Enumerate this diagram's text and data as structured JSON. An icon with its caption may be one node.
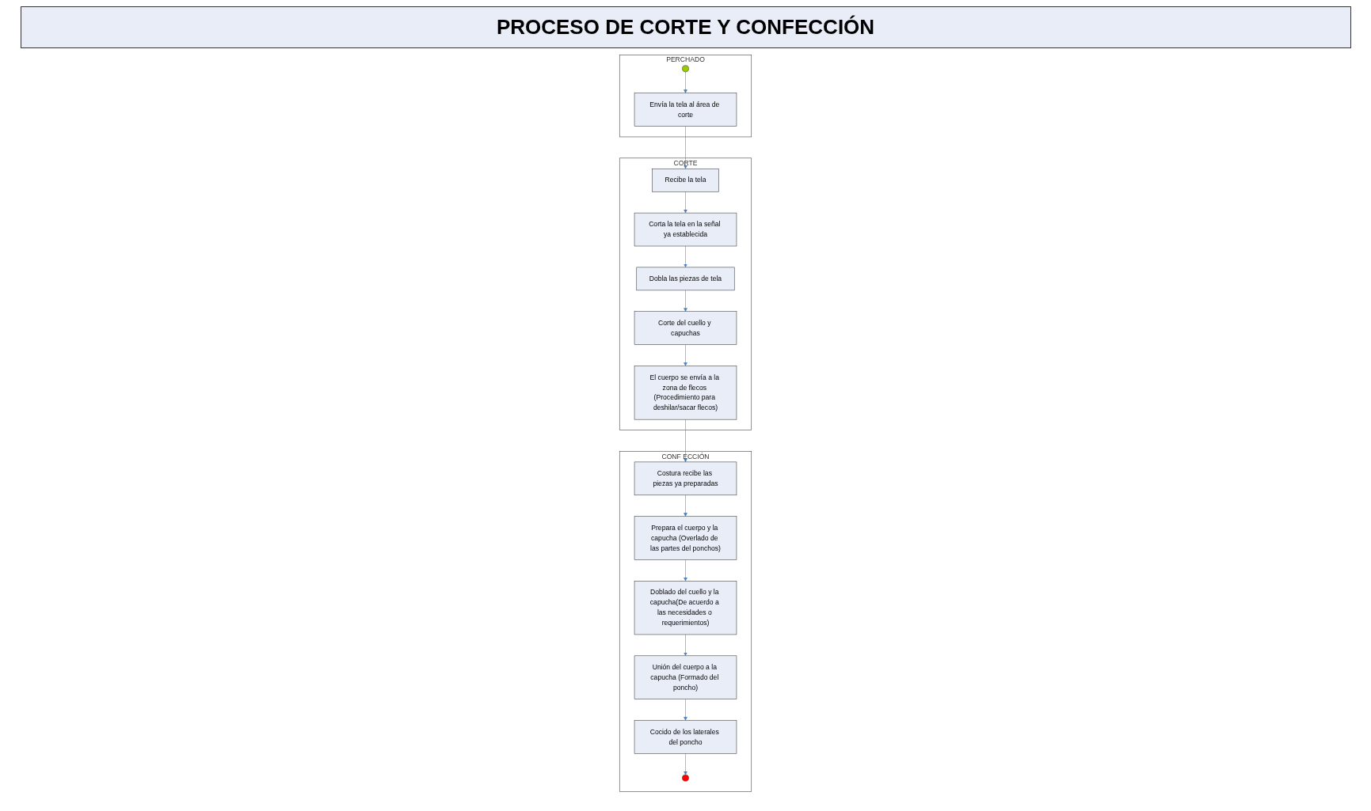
{
  "diagram": {
    "title": "PROCESO DE CORTE Y CONFECCIÓN",
    "nodes": [
      {
        "text": [
          "PERCHADO"
        ]
      },
      {
        "text": [],
        "shape": "circle",
        "in": 0
      },
      {
        "text": [
          "Envía la tela al área de corte"
        ],
        "in": 0
      },
      {
        "text": [
          "CORTE"
        ]
      },
      {
        "text": [
          "Recibe la tela"
        ],
        "in": 3
      },
      {
        "text": [
          "Corta la tela en la señal ya establecida"
        ],
        "in": 3
      },
      {
        "text": [
          "Dobla las piezas de tela"
        ],
        "in": 3
      },
      {
        "text": [
          "Corte del cuello y capuchas"
        ],
        "in": 3
      },
      {
        "text": [
          "El cuerpo se envía a la zona de flecos (Procedimiento para deshilar/sacar flecos)"
        ],
        "in": 3
      },
      {
        "text": [
          "CONF ECCIÓN"
        ]
      },
      {
        "text": [
          "Unión del cuerpo a la capucha (Formado del poncho)"
        ],
        "in": 9
      },
      {
        "text": [
          "Doblado del cuello y la capucha(De acuerdo a las necesidades o requerimientos)"
        ],
        "in": 9
      },
      {
        "text": [
          "Prepara el cuerpo y la capucha (Overlado de las partes del ponchos)"
        ],
        "in": 9
      },
      {
        "text": [
          "Costura recibe las piezas ya preparadas"
        ],
        "in": 9
      },
      {
        "text": [
          "Cocido de los laterales del poncho"
        ],
        "in": 9
      },
      {
        "text": [],
        "shape": "circle",
        "in": 9
      }
    ],
    "edges": [
      {
        "from": 1,
        "to": 2,
        "arrow": "to"
      },
      {
        "from": 2,
        "to": 4,
        "arrow": "to"
      },
      {
        "from": 4,
        "to": 5,
        "arrow": "to"
      },
      {
        "from": 5,
        "to": 6,
        "arrow": "to"
      },
      {
        "from": 6,
        "to": 7,
        "arrow": "to"
      },
      {
        "from": 7,
        "to": 8,
        "arrow": "to"
      },
      {
        "from": 8,
        "to": 13,
        "arrow": "to"
      },
      {
        "from": 13,
        "to": 12,
        "arrow": "to"
      },
      {
        "from": 12,
        "to": 11,
        "arrow": "to"
      },
      {
        "from": 11,
        "to": 10,
        "arrow": "to"
      },
      {
        "from": 10,
        "to": 14,
        "arrow": "to"
      },
      {
        "from": 14,
        "to": 15,
        "arrow": "to"
      }
    ]
  }
}
